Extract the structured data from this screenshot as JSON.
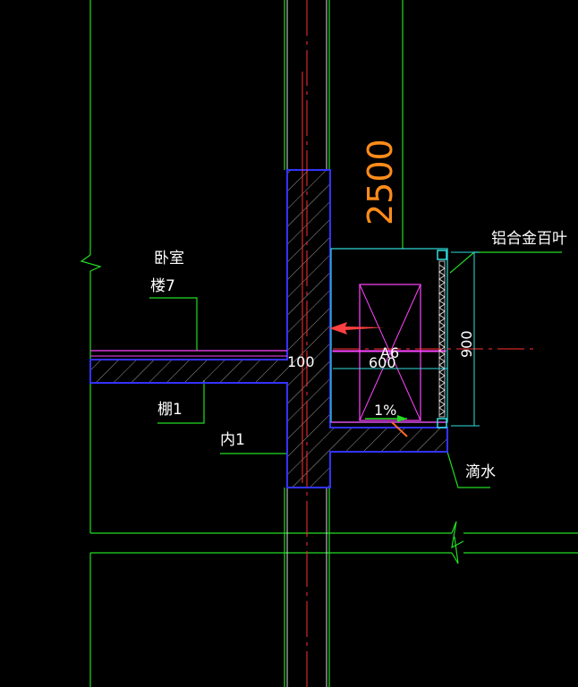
{
  "drawing": {
    "labels": {
      "bedroom": "卧室",
      "floor_code": "楼7",
      "ceiling_code": "棚1",
      "interior_code": "内1",
      "louver": "铝合金百叶",
      "drip": "滴水"
    },
    "dimensions": {
      "height_2500": "2500",
      "thickness_100": "100",
      "width_600": "600",
      "height_900": "900",
      "slope_1pct": "1%"
    },
    "grid_tag": "A6"
  },
  "colors": {
    "background": "#000000",
    "outline_green": "#22dd22",
    "wall_blue": "#3333ff",
    "magenta": "#ff44ff",
    "cyan": "#33dddd",
    "axis_red": "#ff3030",
    "dim_orange": "#ff8c1a",
    "hatch": "#bbbbbb",
    "text": "#ffffff",
    "arrow_red": "#ff4040"
  }
}
